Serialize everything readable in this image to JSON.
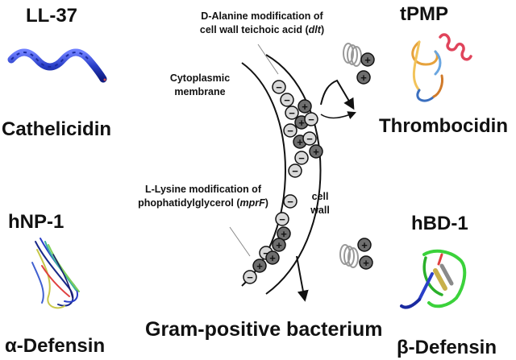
{
  "peptides": {
    "ll37": {
      "name": "LL-37",
      "class": "Cathelicidin"
    },
    "tpmp": {
      "name": "tPMP",
      "class": "Thrombocidin"
    },
    "hnp1": {
      "name": "hNP-1",
      "class": "α-Defensin"
    },
    "hbd1": {
      "name": "hBD-1",
      "class": "β-Defensin"
    }
  },
  "labels": {
    "dlt_line1": "D-Alanine modification of",
    "dlt_line2_prefix": "cell wall teichoic acid (",
    "dlt_gene": "dlt",
    "dlt_suffix": ")",
    "cyto_line1": "Cytoplasmic",
    "cyto_line2": "membrane",
    "mprf_line1": "L-Lysine modification of",
    "mprf_line2_prefix": "phophatidylglycerol (",
    "mprf_gene": "mprF",
    "mprf_suffix": ")",
    "cell_wall_line1": "cell",
    "cell_wall_line2": "wall",
    "bacterium": "Gram-positive bacterium"
  },
  "charges": {
    "positive": "+",
    "negative": "−"
  },
  "colors": {
    "helix_blue": "#2a3fc8",
    "charge_fill": "#d9d9d9",
    "positive_fill": "#6e6e6e",
    "arrow": "#111111"
  }
}
